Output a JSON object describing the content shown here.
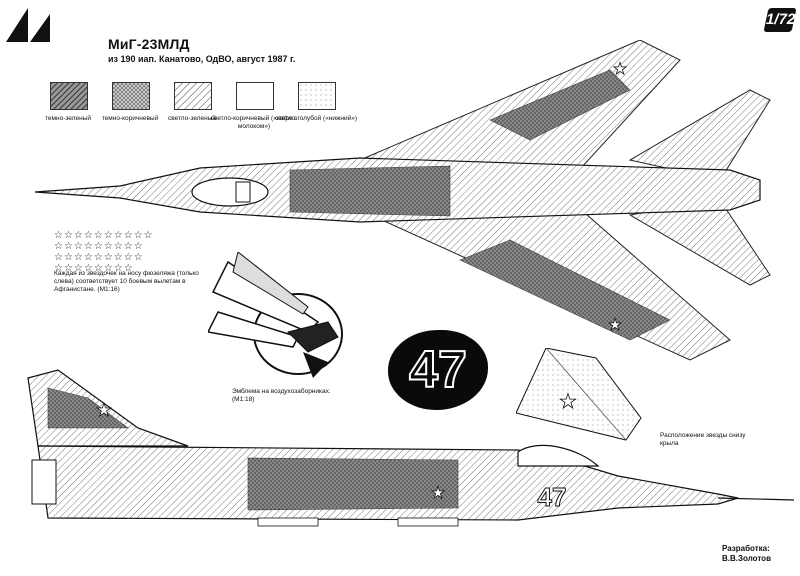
{
  "header": {
    "title": "МиГ-23МЛД",
    "subtitle": "из 190 иап. Канатово, ОдВО, август 1987 г."
  },
  "scale_label": "1/72",
  "swatches": [
    {
      "label": "темно-зеленый",
      "color": "#6a6a6a",
      "pattern": "dense"
    },
    {
      "label": "темно-коричневый",
      "color": "#8a8a8a",
      "pattern": "dots"
    },
    {
      "label": "светло-зеленый",
      "color": "#b8b8b8",
      "pattern": "hatch"
    },
    {
      "label": "светло-коричневый («кофе с молоком»)",
      "color": "#ffffff",
      "pattern": "plain"
    },
    {
      "label": "светло-голубой («нижний»)",
      "color": "#eeeeee",
      "pattern": "light-dots"
    }
  ],
  "kill_stars_note": "Каждая из звездочек на носу фюзеляжа (только слева) соответствует 10 боевым вылетам в Афганистане. (М1:16)",
  "kill_stars_count": 36,
  "emblem_caption": "Эмблема на воздухозаборниках. (М1:18)",
  "wing_star_caption": "Расположение звезды снизу крыла",
  "side_number": "47",
  "credit": {
    "label": "Разработка:",
    "author": "В.В.Золотов"
  }
}
